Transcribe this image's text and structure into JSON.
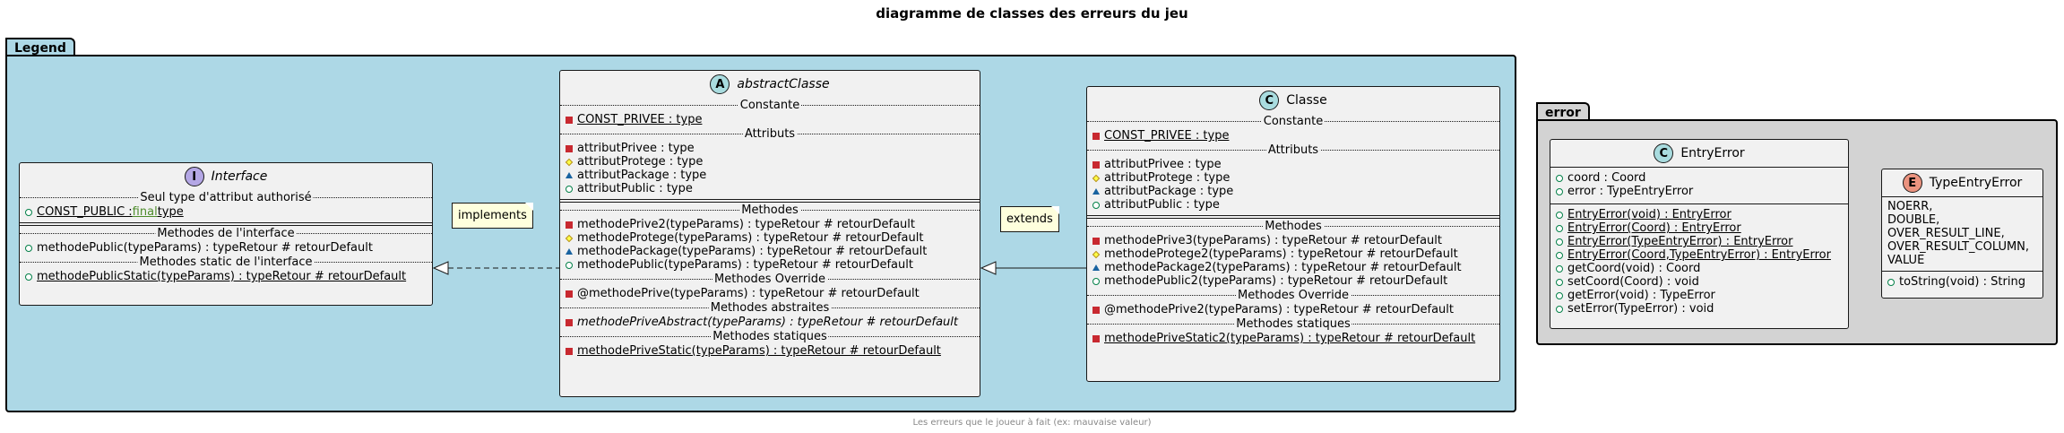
{
  "title": "diagramme de classes des erreurs du jeu",
  "footer": "Les erreurs que le joueur à fait (ex: mauvaise valeur)",
  "colors": {
    "legend_bg": "#add8e6",
    "error_bg": "#d3d3d3",
    "class_bg": "#f1f1f1",
    "note_bg": "#feffdd"
  },
  "packages": {
    "legend": "Legend",
    "error": "error"
  },
  "notes": {
    "implements": "implements",
    "extends": "extends"
  },
  "interface": {
    "stereotype_icon": "I",
    "name": "Interface",
    "section_attrs": "Seul type d'attribut authorisé",
    "attr_name": "CONST_PUBLIC : ",
    "attr_keyword": "final",
    "attr_type": " type",
    "section_methods": "Methodes de l'interface",
    "method_public": "methodePublic(typeParams) : typeRetour # retourDefault",
    "section_static": "Methodes static de l'interface",
    "method_static": "methodePublicStatic(typeParams) : typeRetour # retourDefault"
  },
  "abstract_class": {
    "stereotype_icon": "A",
    "name": "abstractClasse",
    "section_const": "Constante",
    "const": "CONST_PRIVEE : type",
    "section_attrs": "Attributs",
    "attrs": [
      "attributPrivee : type",
      "attributProtege : type",
      "attributPackage : type",
      "attributPublic : type"
    ],
    "section_methods": "Methodes",
    "methods": [
      "methodePrive2(typeParams) : typeRetour # retourDefault",
      "methodeProtege(typeParams) : typeRetour # retourDefault",
      "methodePackage(typeParams) : typeRetour # retourDefault",
      "methodePublic(typeParams) : typeRetour # retourDefault"
    ],
    "section_override": "Methodes Override",
    "override": "@methodePrive(typeParams) : typeRetour # retourDefault",
    "section_abstract": "Methodes abstraites",
    "abstract_method": "methodePriveAbstract(typeParams) : typeRetour # retourDefault",
    "section_static": "Methodes statiques",
    "static_method": "methodePriveStatic(typeParams) : typeRetour # retourDefault"
  },
  "concrete_class": {
    "stereotype_icon": "C",
    "name": "Classe",
    "section_const": "Constante",
    "const": "CONST_PRIVEE : type",
    "section_attrs": "Attributs",
    "attrs": [
      "attributPrivee : type",
      "attributProtege : type",
      "attributPackage : type",
      "attributPublic : type"
    ],
    "section_methods": "Methodes",
    "methods": [
      "methodePrive3(typeParams) : typeRetour # retourDefault",
      "methodeProtege2(typeParams) : typeRetour # retourDefault",
      "methodePackage2(typeParams) : typeRetour # retourDefault",
      "methodePublic2(typeParams) : typeRetour # retourDefault"
    ],
    "section_override": "Methodes Override",
    "override": "@methodePrive2(typeParams) : typeRetour # retourDefault",
    "section_static": "Methodes statiques",
    "static_method": "methodePriveStatic2(typeParams) : typeRetour # retourDefault"
  },
  "entry_error": {
    "stereotype_icon": "C",
    "name": "EntryError",
    "attrs": [
      "coord : Coord",
      "error : TypeEntryError"
    ],
    "constructors": [
      "EntryError(void) : EntryError",
      "EntryError(Coord) : EntryError",
      "EntryError(TypeEntryError) : EntryError",
      "EntryError(Coord,TypeEntryError) : EntryError"
    ],
    "methods": [
      "getCoord(void) : Coord",
      "setCoord(Coord) : void",
      "getError(void) : TypeError",
      "setError(TypeError) : void"
    ]
  },
  "type_entry_error": {
    "stereotype_icon": "E",
    "name": "TypeEntryError",
    "values": [
      "NOERR,",
      "DOUBLE,",
      "OVER_RESULT_LINE,",
      "OVER_RESULT_COLUMN,",
      "VALUE"
    ],
    "method": "toString(void) : String"
  }
}
